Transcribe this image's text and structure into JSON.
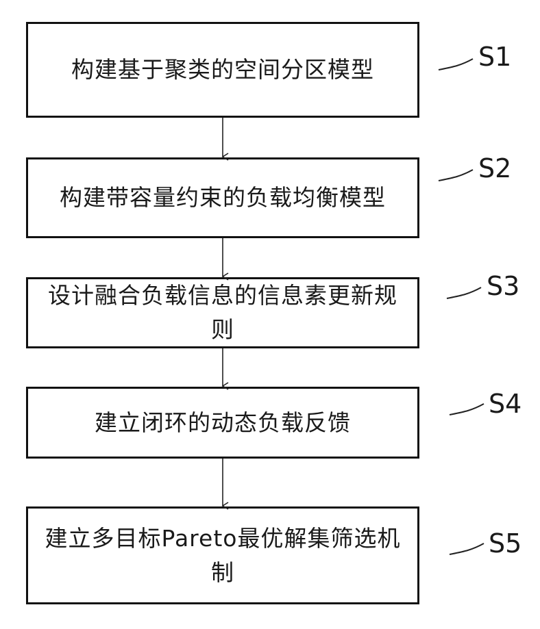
{
  "flowchart": {
    "steps": [
      {
        "id": "S1",
        "label": "S1",
        "text": "构建基于聚类的空间分区模型"
      },
      {
        "id": "S2",
        "label": "S2",
        "text": "构建带容量约束的负载均衡模型"
      },
      {
        "id": "S3",
        "label": "S3",
        "text": "设计融合负载信息的信息素更新规则"
      },
      {
        "id": "S4",
        "label": "S4",
        "text": "建立闭环的动态负载反馈"
      },
      {
        "id": "S5",
        "label": "S5",
        "text": "建立多目标Pareto最优解集筛选机制"
      }
    ]
  }
}
